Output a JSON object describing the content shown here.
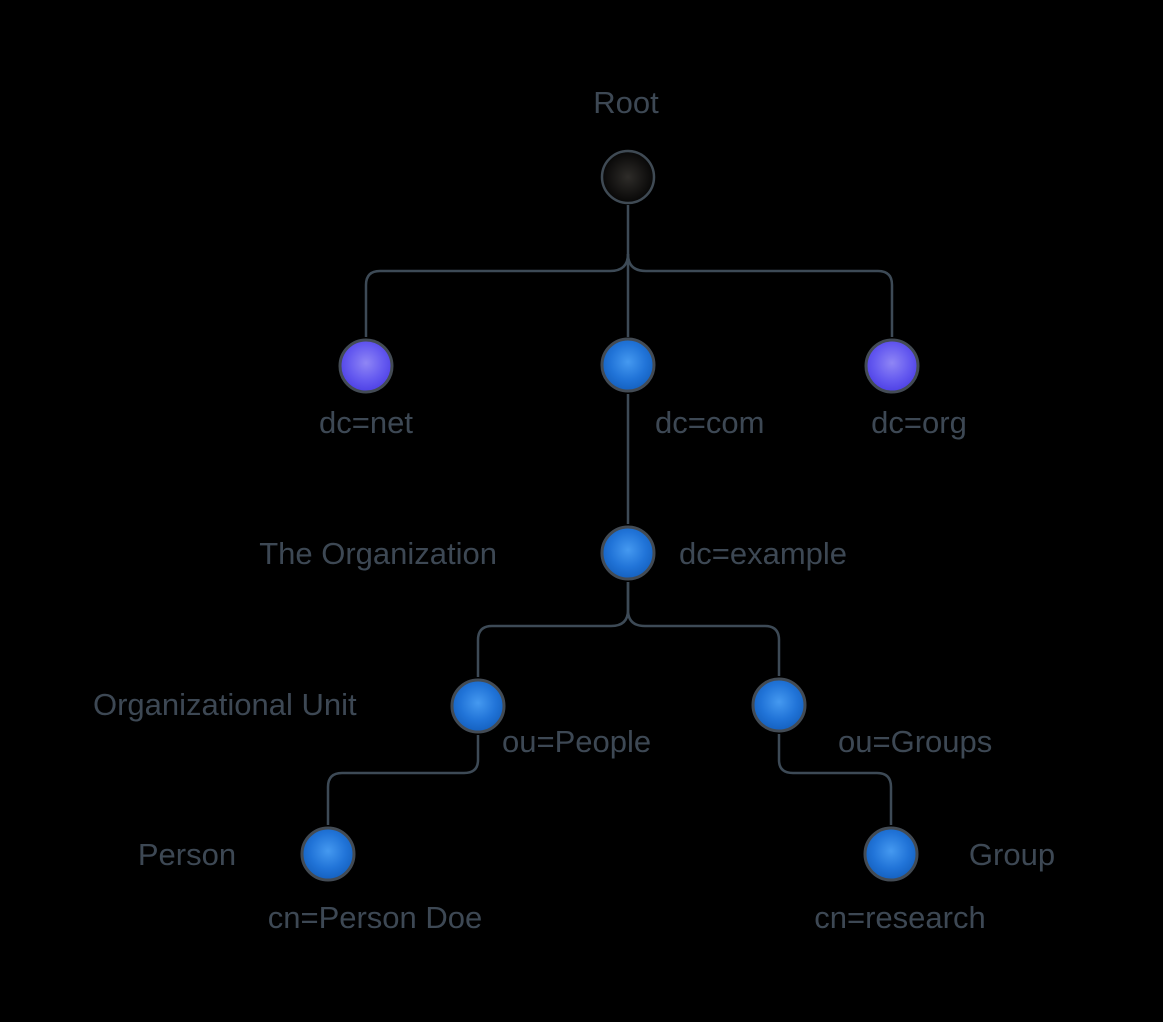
{
  "diagram_type": "ldap-directory-tree",
  "nodes": {
    "root": {
      "label": "Root",
      "color": "black"
    },
    "dc_net": {
      "label": "dc=net",
      "color": "purple"
    },
    "dc_com": {
      "label": "dc=com",
      "color": "blue"
    },
    "dc_org": {
      "label": "dc=org",
      "color": "purple"
    },
    "dc_example": {
      "label": "dc=example",
      "color": "blue",
      "annotation": "The Organization"
    },
    "ou_people": {
      "label": "ou=People",
      "color": "blue",
      "annotation": "Organizational Unit"
    },
    "ou_groups": {
      "label": "ou=Groups",
      "color": "blue"
    },
    "cn_person_doe": {
      "label": "cn=Person Doe",
      "color": "blue",
      "annotation": "Person"
    },
    "cn_research": {
      "label": "cn=research",
      "color": "blue",
      "annotation": "Group"
    }
  },
  "edges": [
    {
      "from": "root",
      "to": "dc_net"
    },
    {
      "from": "root",
      "to": "dc_com"
    },
    {
      "from": "root",
      "to": "dc_org"
    },
    {
      "from": "dc_com",
      "to": "dc_example"
    },
    {
      "from": "dc_example",
      "to": "ou_people"
    },
    {
      "from": "dc_example",
      "to": "ou_groups"
    },
    {
      "from": "ou_people",
      "to": "cn_person_doe"
    },
    {
      "from": "ou_groups",
      "to": "cn_research"
    }
  ],
  "colors": {
    "background": "#000000",
    "connector": "#3d4a56",
    "text": "#3d4854",
    "node_stroke": "#434b54",
    "node_blue_center": "#4599f0",
    "node_blue_mid": "#2174d8",
    "node_blue_edge": "#115bb8",
    "node_purple_center": "#8f86f5",
    "node_purple_mid": "#655af0",
    "node_purple_edge": "#4739e2",
    "node_root_center": "#2e2c29",
    "node_root_edge": "#000000"
  }
}
